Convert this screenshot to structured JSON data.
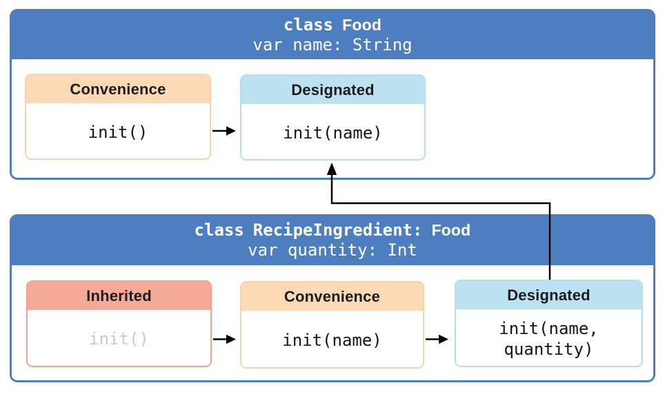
{
  "colors": {
    "frame_blue": "#4D7EBF",
    "frame_text": "#FFFFFF",
    "convenience_fill": "#FAD9B4",
    "convenience_border": "#F8D3A9",
    "designated_fill": "#BCE1F0",
    "designated_border": "#B6DEEE",
    "inherited_fill": "#F5A997",
    "inherited_border": "#F3A18C",
    "code_text": "#151515",
    "inherited_code_text": "#C9C9C9",
    "arrow_color": "#000000"
  },
  "food_class": {
    "keyword": "class",
    "name": "Food",
    "property": "var name: String",
    "convenience": {
      "label": "Convenience",
      "code": "init()"
    },
    "designated": {
      "label": "Designated",
      "code": "init(name)"
    }
  },
  "recipe_class": {
    "keyword": "class",
    "name": "RecipeIngredient:",
    "superclass": "Food",
    "property": "var quantity: Int",
    "inherited": {
      "label": "Inherited",
      "code": "init()"
    },
    "convenience": {
      "label": "Convenience",
      "code": "init(name)"
    },
    "designated": {
      "label": "Designated",
      "code": "init(name,\nquantity)"
    }
  }
}
